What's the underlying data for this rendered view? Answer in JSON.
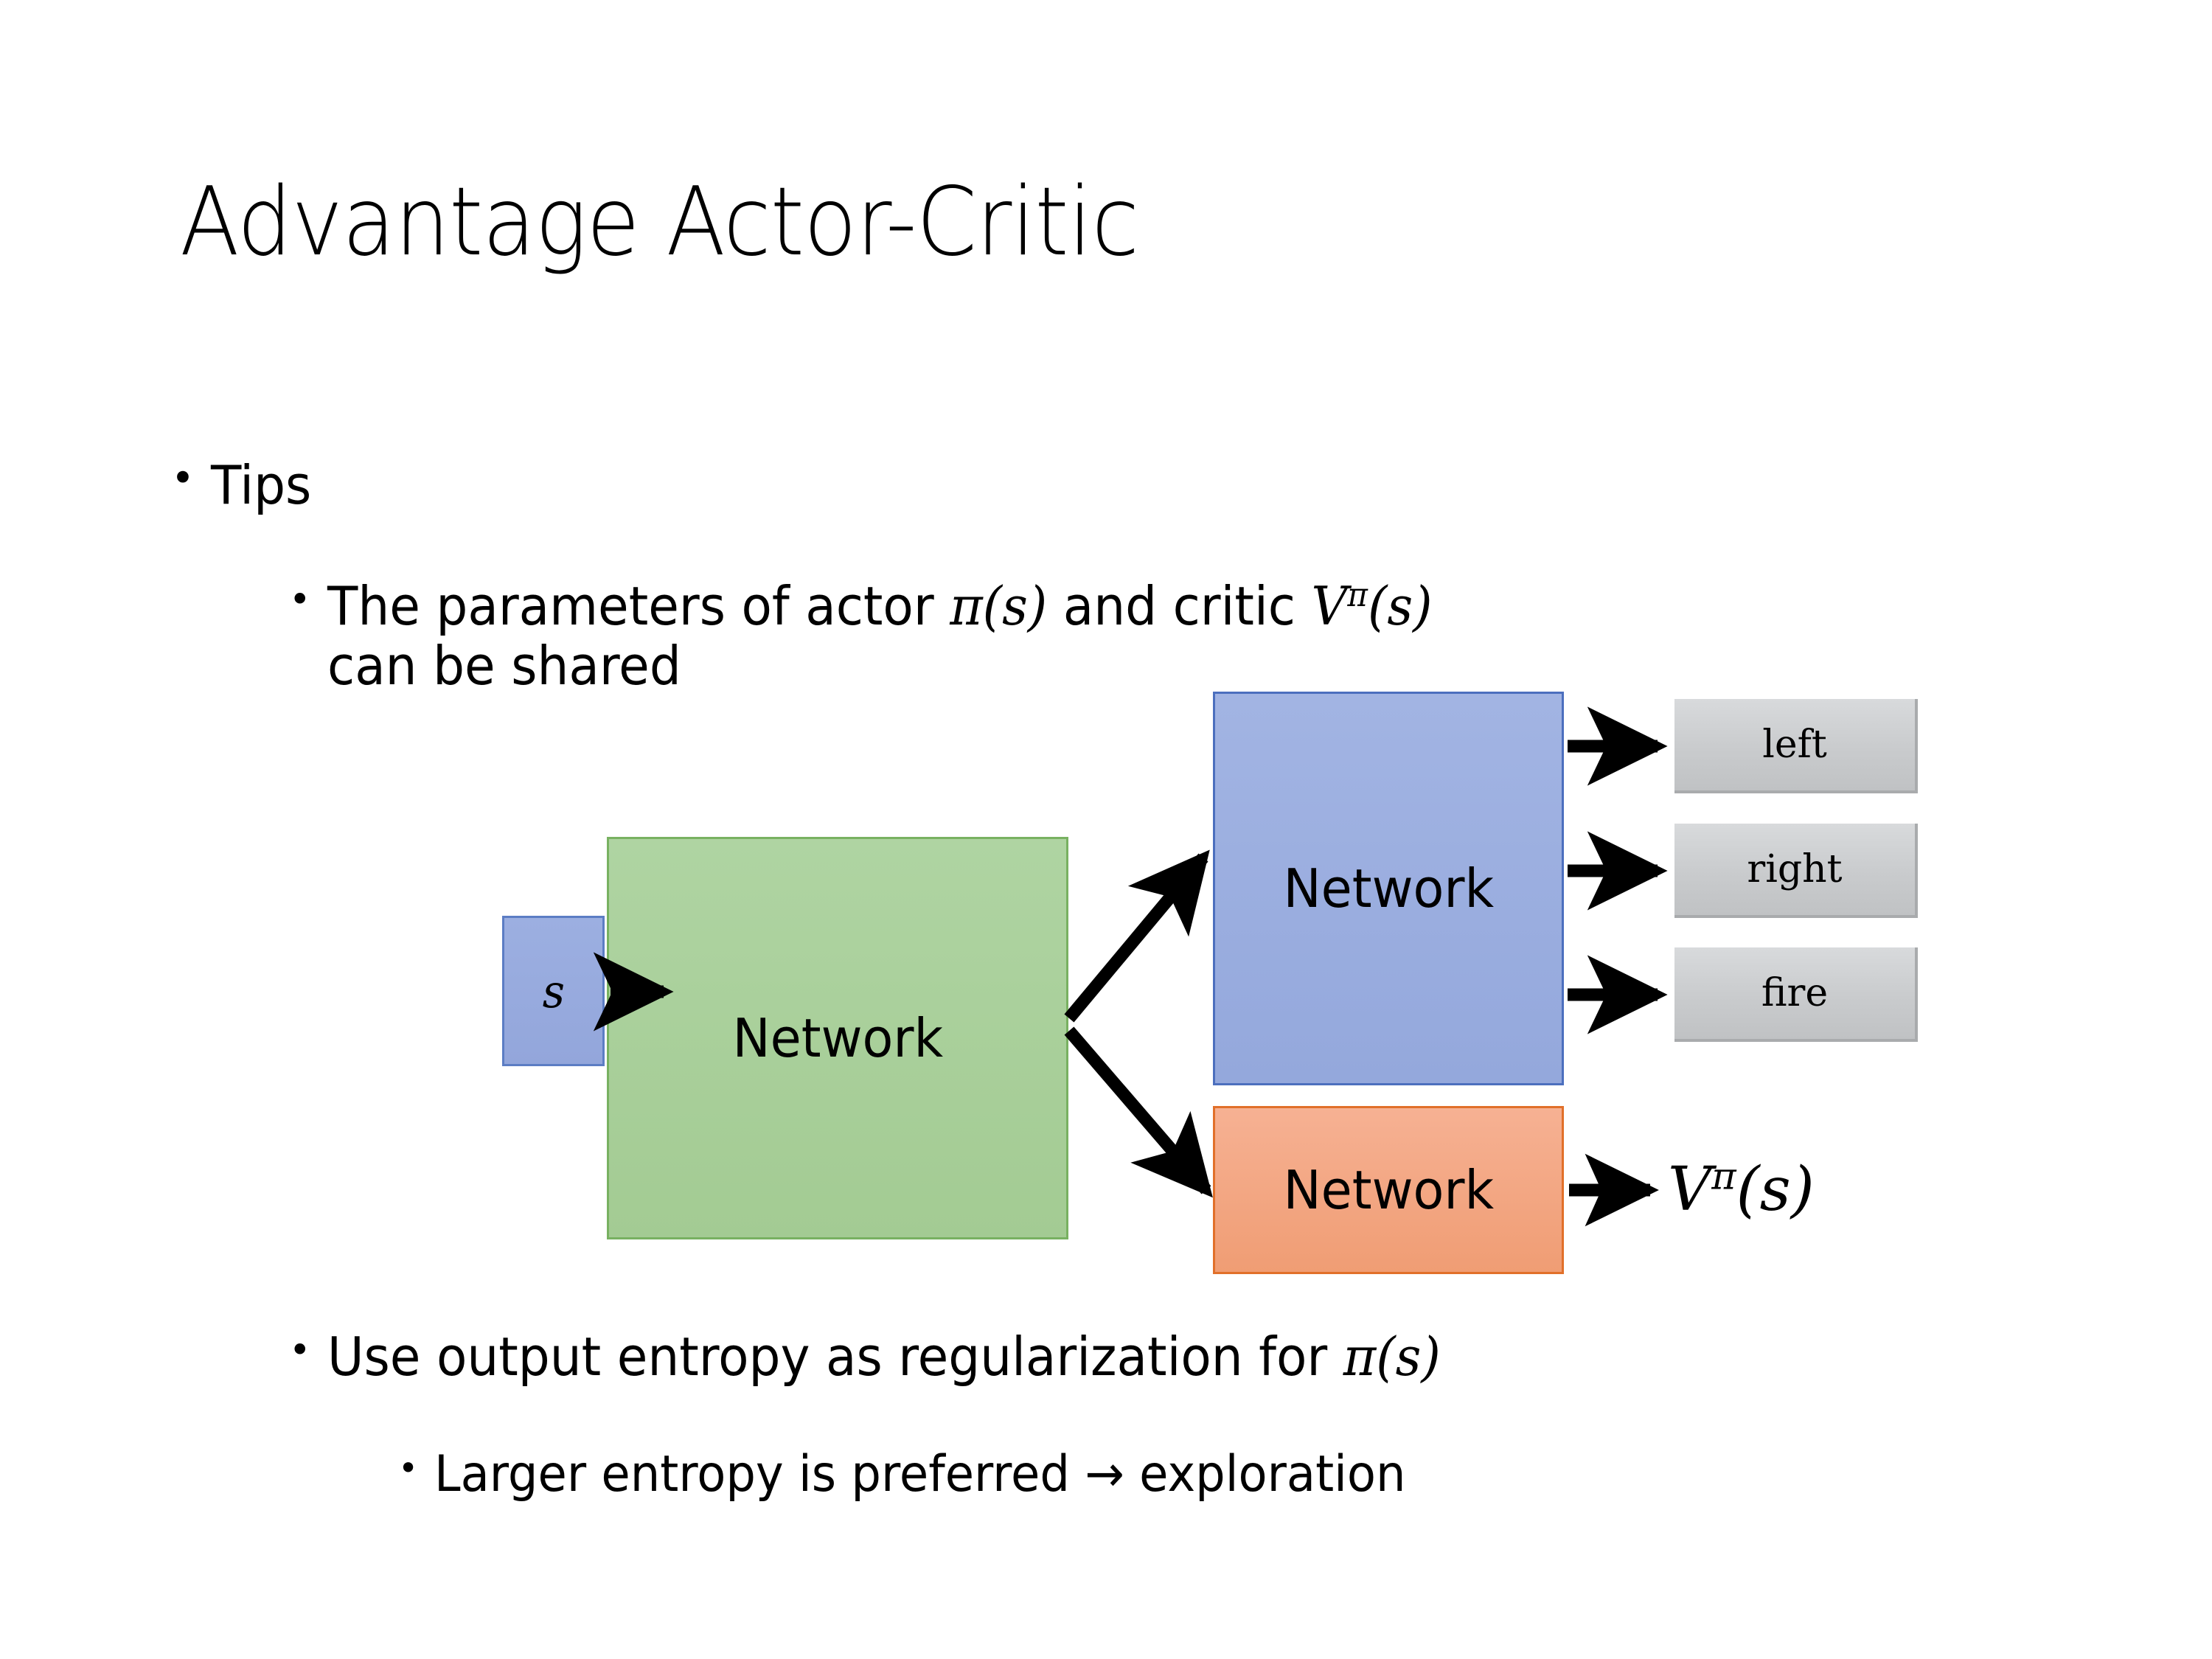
{
  "slide": {
    "title": "Advantage Actor-Critic",
    "background_color": "#FFFFFF"
  },
  "bullets": {
    "tips_label": "Tips",
    "shared_params": {
      "prefix": "The parameters of actor ",
      "math_actor": "π(s)",
      "middle": "  and critic ",
      "math_critic_base": "V",
      "math_critic_sup": "π",
      "math_critic_arg": "(s)",
      "line2": "can be shared"
    },
    "entropy": {
      "prefix": "Use output entropy as regularization for ",
      "math": "π(s)"
    },
    "exploration": "Larger entropy is preferred → exploration",
    "bullet_glyph": "•"
  },
  "diagram": {
    "input_label": "s",
    "shared_network_label": "Network",
    "actor_network_label": "Network",
    "critic_network_label": "Network",
    "actions": [
      {
        "label": "left"
      },
      {
        "label": "right"
      },
      {
        "label": "fire"
      }
    ],
    "value_output": {
      "base": "V",
      "sup": "π",
      "arg": "(s)"
    },
    "colors": {
      "input_fill": "#97AADF",
      "input_border": "#5C7DC4",
      "shared_fill": "#A9D199",
      "shared_border": "#78B161",
      "actor_fill": "#9DB0E0",
      "actor_border": "#4C6FBE",
      "critic_fill": "#F0A580",
      "critic_border": "#E1702A",
      "action_fill": "#C9CBCD",
      "action_border": "#A9ABAD",
      "arrow": "#000000",
      "text": "#000000"
    }
  }
}
